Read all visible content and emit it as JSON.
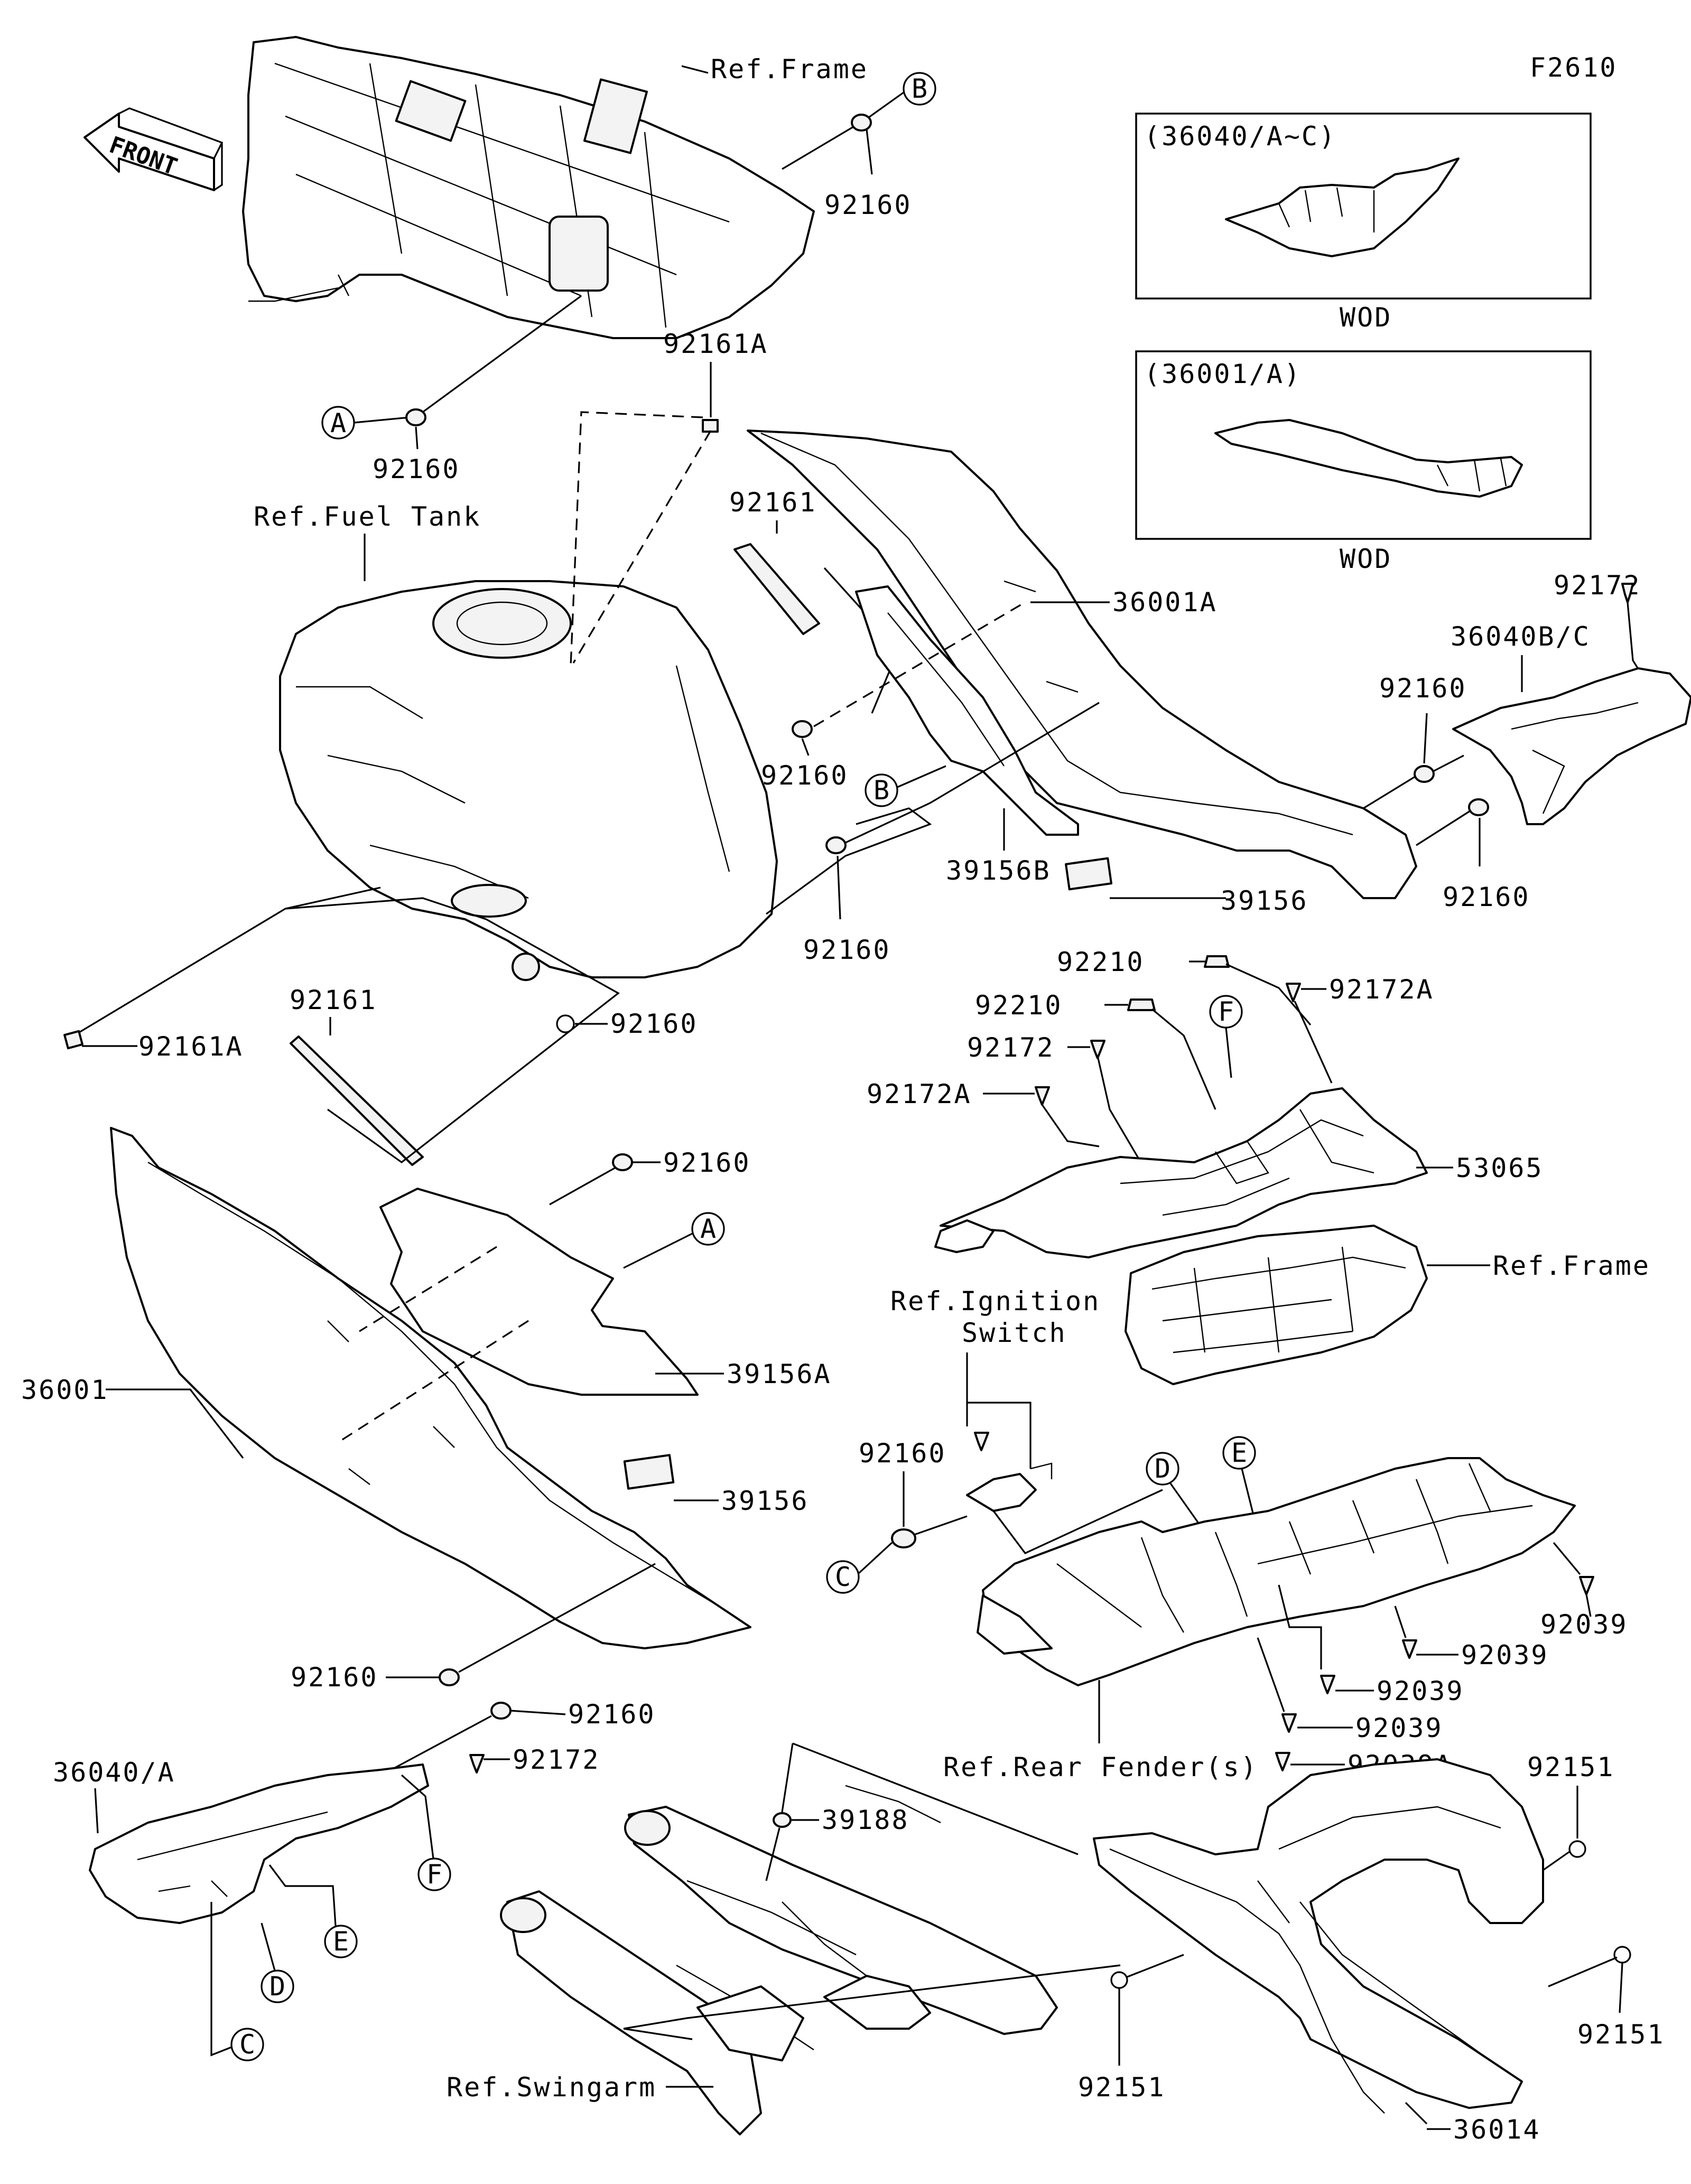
{
  "figure_id": "F2610",
  "front_label": "FRONT",
  "insets": [
    {
      "code": "(36040/A~C)",
      "note": "WOD"
    },
    {
      "code": "(36001/A)",
      "note": "WOD"
    }
  ],
  "references": {
    "frame_top": "Ref.Frame",
    "fuel_tank": "Ref.Fuel Tank",
    "frame_mid": "Ref.Frame",
    "ignition_switch_line1": "Ref.Ignition",
    "ignition_switch_line2": "Switch",
    "rear_fender": "Ref.Rear Fender(s)",
    "swingarm": "Ref.Swingarm"
  },
  "callout_letters": {
    "a": "A",
    "b": "B",
    "c": "C",
    "d": "D",
    "e": "E",
    "f": "F"
  },
  "part_numbers": {
    "p92160": "92160",
    "p92161A": "92161A",
    "p92161": "92161",
    "p36001A": "36001A",
    "p39156B": "39156B",
    "p39156": "39156",
    "p92172": "92172",
    "p36040BC": "36040B/C",
    "p92210": "92210",
    "p92172A": "92172A",
    "p53065": "53065",
    "p39156A": "39156A",
    "p36001": "36001",
    "p92039": "92039",
    "p36040A": "36040/A",
    "p92039A": "92039A",
    "p92151": "92151",
    "p39188": "39188",
    "p36014": "36014"
  }
}
